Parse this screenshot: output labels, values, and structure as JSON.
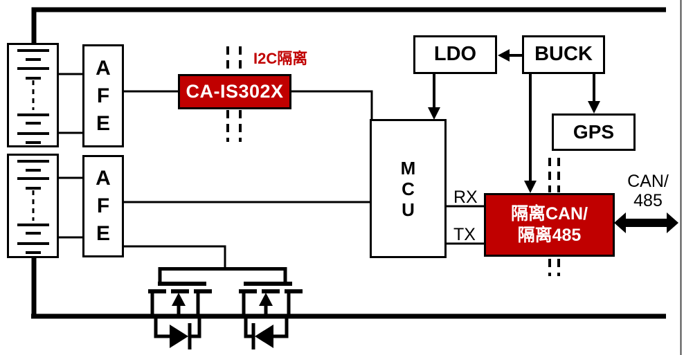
{
  "colors": {
    "accent_red": "#c00000",
    "line_black": "#000000",
    "text_on_red": "#ffffff",
    "right_edge_border": "#4a4a4a"
  },
  "blocks": {
    "afe_top": {
      "label": "A\nF\nE"
    },
    "afe_bottom": {
      "label": "A\nF\nE"
    },
    "i2c_isolator": {
      "label": "CA-IS302X"
    },
    "mcu": {
      "label": "M\nC\nU"
    },
    "ldo": {
      "label": "LDO"
    },
    "buck": {
      "label": "BUCK"
    },
    "gps": {
      "label": "GPS"
    },
    "can_isolator": {
      "label": "隔离CAN/\n隔离485"
    }
  },
  "annotations": {
    "i2c_isolation": {
      "label": "I2C隔离"
    },
    "rx": {
      "label": "RX"
    },
    "tx": {
      "label": "TX"
    },
    "can_bus": {
      "label": "CAN/\n485"
    }
  }
}
